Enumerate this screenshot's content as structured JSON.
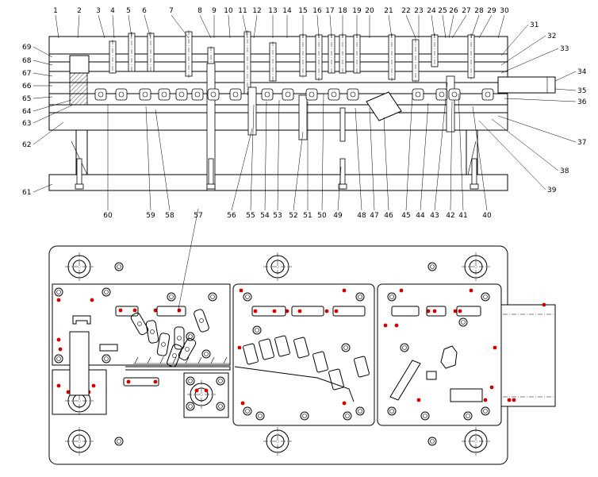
{
  "top_labels": [
    "1",
    "2",
    "3",
    "4",
    "5",
    "6",
    "7",
    "8",
    "9",
    "10",
    "11",
    "12",
    "13",
    "14",
    "15",
    "16",
    "17",
    "18",
    "19",
    "20",
    "21",
    "22",
    "23",
    "24",
    "25",
    "26",
    "27",
    "28",
    "29",
    "30"
  ],
  "right_labels": [
    "31",
    "32",
    "33",
    "34",
    "35",
    "36",
    "37",
    "38",
    "39"
  ],
  "left_labels": [
    "69",
    "68",
    "67",
    "66",
    "65",
    "64",
    "63",
    "62",
    "61"
  ],
  "bottom_labels": [
    "60",
    "59",
    "58",
    "57",
    "56",
    "55",
    "54",
    "53",
    "52",
    "51",
    "50",
    "49",
    "48",
    "47",
    "46",
    "45",
    "44",
    "43",
    "42",
    "41",
    "40"
  ]
}
